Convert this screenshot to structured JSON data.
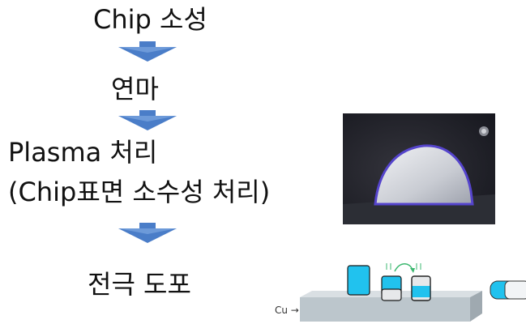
{
  "steps": [
    {
      "label": "Chip 소성"
    },
    {
      "label": "연마"
    },
    {
      "label": "Plasma 처리"
    },
    {
      "label": "(Chip표면 소수성 처리)"
    },
    {
      "label": "전극 도포"
    }
  ],
  "diagram": {
    "cu_label": "Cu →"
  },
  "colors": {
    "arrow": "#4a7dc8",
    "chip": "#21c2ee",
    "substrate": "#bcc6cc",
    "green_arrow": "#3db870"
  }
}
